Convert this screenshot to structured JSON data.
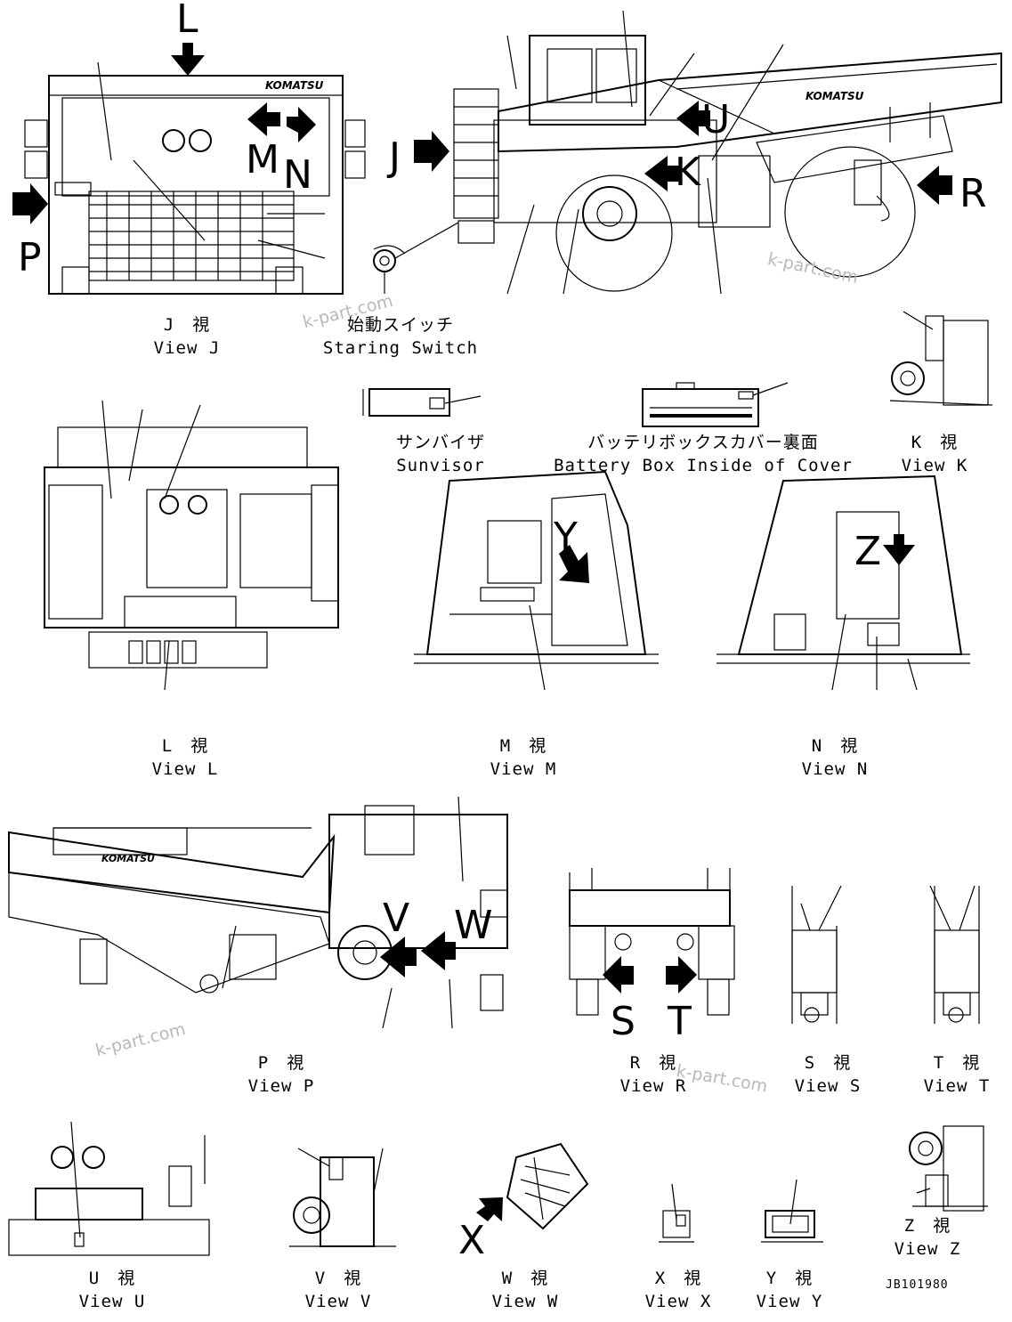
{
  "sheet_code": "JB101980",
  "watermark": "k-part.com",
  "logo": "KOMATSU",
  "views": {
    "J": {
      "jp": "J　視",
      "en": "View J"
    },
    "K": {
      "jp": "K　視",
      "en": "View K"
    },
    "L": {
      "jp": "L　視",
      "en": "View L"
    },
    "M": {
      "jp": "M　視",
      "en": "View M"
    },
    "N": {
      "jp": "N　視",
      "en": "View N"
    },
    "P": {
      "jp": "P　視",
      "en": "View P"
    },
    "R": {
      "jp": "R　視",
      "en": "View R"
    },
    "S": {
      "jp": "S　視",
      "en": "View S"
    },
    "T": {
      "jp": "T　視",
      "en": "View T"
    },
    "U": {
      "jp": "U　視",
      "en": "View U"
    },
    "V": {
      "jp": "V　視",
      "en": "View V"
    },
    "W": {
      "jp": "W　視",
      "en": "View W"
    },
    "X": {
      "jp": "X　視",
      "en": "View X"
    },
    "Y": {
      "jp": "Y　視",
      "en": "View Y"
    },
    "Z": {
      "jp": "Z　視",
      "en": "View Z"
    }
  },
  "details": {
    "starting_switch": {
      "jp": "始動スイッチ",
      "en": "Staring Switch"
    },
    "sunvisor": {
      "jp": "サンバイザ",
      "en": "Sunvisor"
    },
    "battery_box": {
      "jp": "バッテリボックスカバー裏面",
      "en": "Battery Box Inside of Cover"
    }
  },
  "arrow_labels": [
    "L",
    "M",
    "N",
    "J",
    "P",
    "U",
    "K",
    "R",
    "Y",
    "Z",
    "V",
    "W",
    "S",
    "T",
    "X"
  ]
}
